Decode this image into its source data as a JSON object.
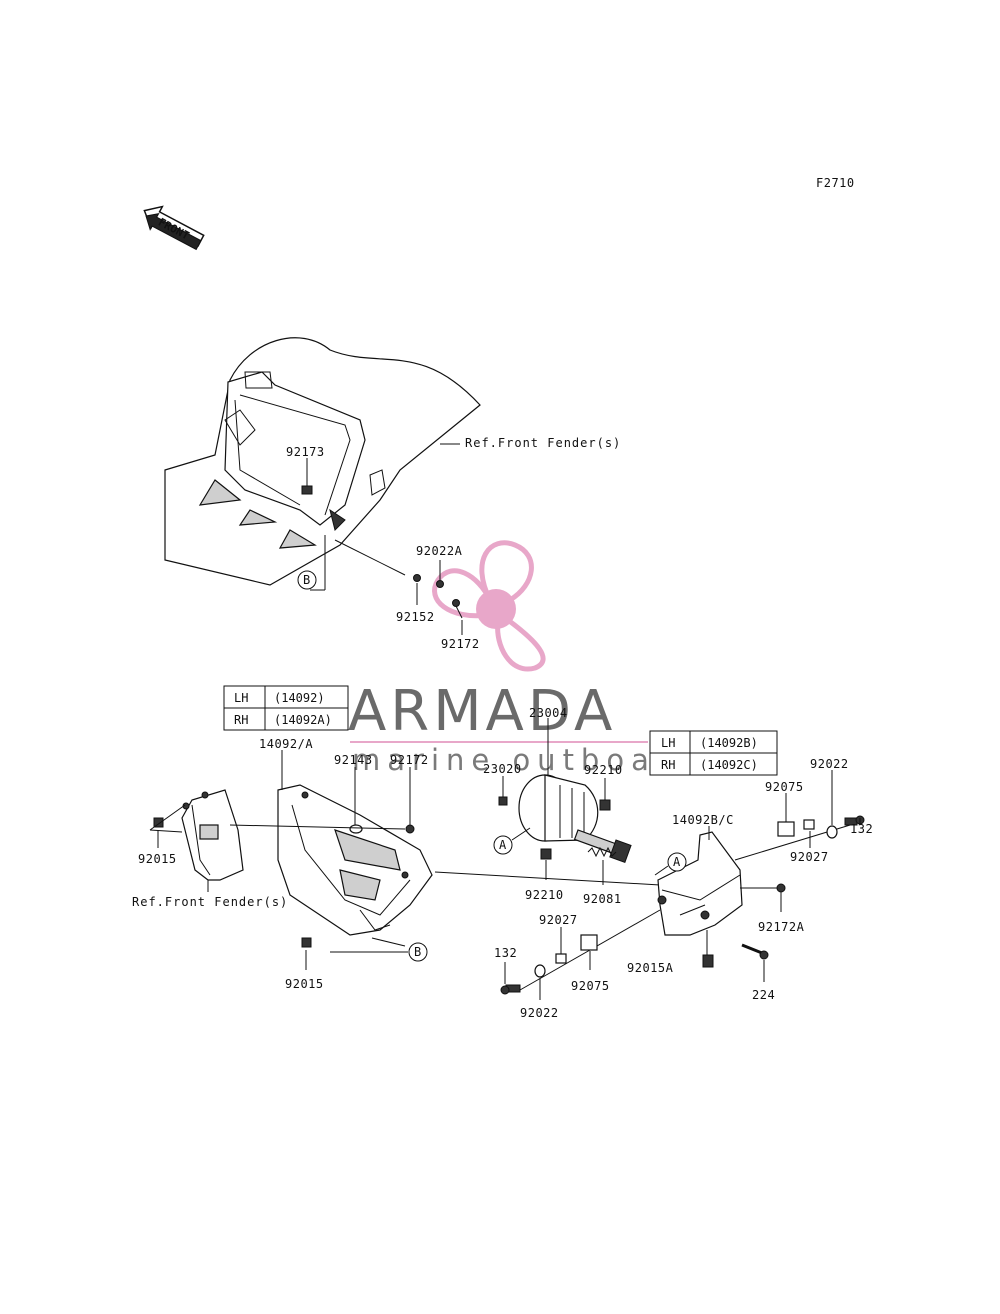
{
  "figure_code": "F2710",
  "front_label": "FRONT",
  "watermark": {
    "name": "ARMADA",
    "tagline": "marine outboards",
    "accent": "#e8a7c9",
    "gray": "#6a6a6a"
  },
  "refs": {
    "front_fender_1": "Ref.Front Fender(s)",
    "front_fender_2": "Ref.Front Fender(s)"
  },
  "markers": {
    "a1": "A",
    "a2": "A",
    "b1": "B",
    "b2": "B"
  },
  "callouts": {
    "c92173": "92173",
    "c92022a": "92022A",
    "c92152": "92152",
    "c92172_top": "92172",
    "c14092a": "14092/A",
    "c92143": "92143",
    "c92172_mid": "92172",
    "c92015_l": "92015",
    "c92015_b": "92015",
    "c23004": "23004",
    "c23020": "23020",
    "c92210_t": "92210",
    "c92210_b": "92210",
    "c92081": "92081",
    "c14092bc": "14092B/C",
    "c92075_t": "92075",
    "c92022_t": "92022",
    "c132_r": "132",
    "c92027_t": "92027",
    "c92172a": "92172A",
    "c92027_b": "92027",
    "c132_l": "132",
    "c92075_b": "92075",
    "c92022_b": "92022",
    "c92015a": "92015A",
    "c224": "224"
  },
  "table_left": {
    "rows": [
      [
        "LH",
        "(14092)"
      ],
      [
        "RH",
        "(14092A)"
      ]
    ]
  },
  "table_right": {
    "rows": [
      [
        "LH",
        "(14092B)"
      ],
      [
        "RH",
        "(14092C)"
      ]
    ]
  }
}
